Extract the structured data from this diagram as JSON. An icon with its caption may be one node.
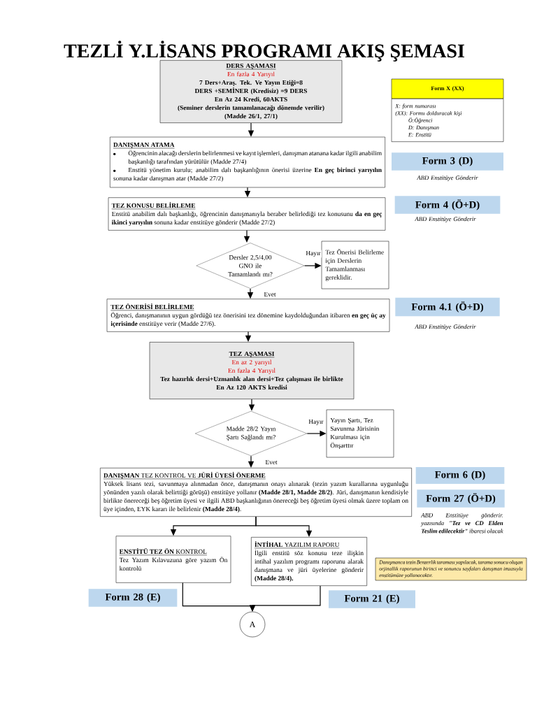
{
  "diagram": {
    "title": "TEZLİ Y.LİSANS PROGRAMI AKIŞ ŞEMASI",
    "nodes": [
      {
        "text": [
          "DERS AŞAMASI",
          "En fazla 4 Yarıyıl",
          "7 Ders+Araş. Tek. Ve Yayın Etiği=8 DERS +SEMİNER (Kredisiz) =9 DERS",
          "En Az 24 Kredi, 60AKTS",
          "(Seminer derslerin tamamlanacağı dönemde verilir)",
          "(Madde 26/1, 27/1)"
        ]
      },
      {
        "text": [
          "DANIŞMAN ATAMA",
          "Öğrencinin alacağı derslerin belirlenmesi ve kayıt işlemleri, danışman atanana kadar ilgili anabilim başkanlığı tarafından yürütülür (Madde 27/4)",
          "Enstitü yönetim kurulu; anabilim dalı başkanlığının önerisi üzerine **En geç birinci yarıyılın** sonuna kadar danışman atar (Madde 27/2)"
        ]
      },
      {
        "text": [
          "TEZ KONUSU BELİRLEME",
          "Enstitü anabilim dalı başkanlığı, öğrencinin danışmanıyla beraber belirlediği tez konusunu **da en geç ikinci yarıyılın** sonuna kadar enstitüye gönderir (Madde 27/2)"
        ]
      },
      {
        "text": [
          "Dersler 2,5/4,00 GNO ile Tamamlandı mı?"
        ]
      },
      {
        "text": [
          "Tez Önerisi Belirleme için Derslerin Tamamlanması gereklidir."
        ]
      },
      {
        "text": [
          "TEZ ÖNERİSİ BELİRLEME",
          "Öğrenci, danışmanının uygun gördüğü tez önerisini tez dönemine kaydolduğundan itibaren **en geç üç ay içerisinde** enstitüye verir (Madde 27/6)."
        ]
      },
      {
        "text": [
          "TEZ AŞAMASI",
          "En az 2 yarıyıl",
          "En fazla 4 Yarıyıl",
          "Tez hazırlık dersi+Uzmanlık alan dersi+Tez çalışması ile birlikte",
          "En Az 120 AKTS kredisi"
        ]
      },
      {
        "text": [
          "Madde 28/2 Yayın Şartı Sağlandı mı?"
        ]
      },
      {
        "text": [
          "Yayın Şartı, Tez Savunma Jürisinin Kurulması için Önşarttır"
        ]
      },
      {
        "text": [
          "**DANIŞMAN** TEZ KONTROL VE **JÜRİ ÜYESİ ÖNERME**",
          "Yüksek lisans tezi, savunmaya alınmadan önce, danışmanın onayı alınarak (tezin yazım kurallarına uygunluğu yönünden yazılı olarak belirttiği görüşü) enstitüye yollanır **(Madde 28/1, Madde 28/2)**. Jüri, danışmanın kendisiyle birlikte önereceği beş öğretim üyesi ve ilgili ABD başkanlığının önereceği beş öğretim üyesi olmak üzere toplam on üye içinden, EYK kararı ile belirlenir **(Madde 28/4)**."
        ]
      },
      {
        "text": [
          "**ENSTİTÜ TEZ ÖN** KONTROL",
          "Tez Yazım Kılavuzuna göre yazım Ön kontrolü"
        ]
      },
      {
        "text": [
          "**İNTİHAL** YAZILIM RAPORU",
          "İlgili enstitü söz konusu teze ilişkin intihal yazılım programı raporunu alarak danışmana ve jüri üyelerine gönderir **(Madde 28/4).**"
        ]
      },
      {
        "text": [
          "A"
        ]
      },
      {
        "text": [
          "Form X (XX)"
        ]
      },
      {
        "text": [
          "X: form numarası",
          "(XX): Formu dolduracak kişi",
          "Ö:Öğrenci",
          "D: Danışman",
          "E: Enstitü"
        ]
      },
      {
        "text": [
          "Form 3 (D)"
        ],
        "beside": [
          "ABD Enstitüye Gönderir"
        ]
      },
      {
        "text": [
          "Form 4 (Ö+D)"
        ],
        "beside": [
          "ABD Enstitüye Gönderir"
        ]
      },
      {
        "text": [
          "Form 4.1 (Ö+D)"
        ],
        "beside": [
          "ABD Enstitüye Gönderir"
        ]
      },
      {
        "text": [
          "Form 6 (D)"
        ]
      },
      {
        "text": [
          "Form 27 (Ö+D)"
        ],
        "beside": [
          "ABD Enstitüye gönderir. yazısında **\"Tez ve CD Elden Teslim edilecektir\"** ibaresi olacak"
        ]
      },
      {
        "text": [
          "Danışmanca tezin Benzerlik taraması yapılacak, tarama sonucu oluşan orjinallik raporunun birinci ve sonuncu sayfaları danışman imzasıyla enstitümüze yollanacaktır."
        ]
      },
      {
        "text": [
          "Form 28 (E)"
        ]
      },
      {
        "text": [
          "Form 21 (E)"
        ]
      }
    ],
    "edges": [
      {
        "from": 0,
        "to": 1,
        "arrow": "to"
      },
      {
        "from": 1,
        "to": 2,
        "arrow": "to"
      },
      {
        "from": 2,
        "to": 3,
        "arrow": "to"
      },
      {
        "from": 3,
        "to": 4,
        "arrow": "to",
        "label": "Hayır"
      },
      {
        "from": 3,
        "to": 5,
        "arrow": "to",
        "label": "Evet"
      },
      {
        "from": 5,
        "to": 6,
        "arrow": "to"
      },
      {
        "from": 6,
        "to": 7,
        "arrow": "to"
      },
      {
        "from": 7,
        "to": 8,
        "arrow": "to",
        "label": "Hayır"
      },
      {
        "from": 7,
        "to": 9,
        "arrow": "to",
        "label": "Evet"
      },
      {
        "from": 9,
        "to": 10,
        "arrow": "to"
      },
      {
        "from": 9,
        "to": 11,
        "arrow": "to"
      },
      {
        "from": 10,
        "to": 12,
        "arrow": "to"
      },
      {
        "from": 11,
        "to": 12,
        "arrow": "to"
      }
    ]
  }
}
